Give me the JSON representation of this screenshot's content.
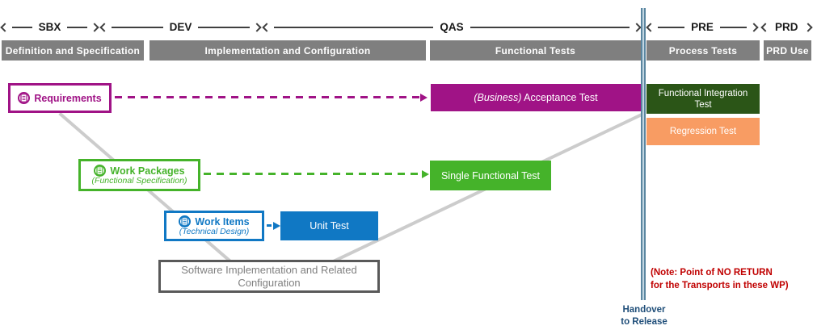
{
  "stages": [
    {
      "label": "SBX"
    },
    {
      "label": "DEV"
    },
    {
      "label": "QAS"
    },
    {
      "label": "PRE"
    },
    {
      "label": "PRD"
    }
  ],
  "phases": [
    {
      "label": "Definition and Specification"
    },
    {
      "label": "Implementation and Configuration"
    },
    {
      "label": "Functional Tests"
    },
    {
      "label": "Process Tests"
    },
    {
      "label": "PRD Use"
    }
  ],
  "boxes": {
    "requirements": {
      "label": "Requirements"
    },
    "work_packages": {
      "label": "Work Packages",
      "sublabel": "(Functional Specification)"
    },
    "work_items": {
      "label": "Work Items",
      "sublabel": "(Technical Design)"
    },
    "acceptance_test": {
      "prefix": "(Business)",
      "label": " Acceptance Test"
    },
    "single_functional_test": {
      "label": "Single Functional Test"
    },
    "unit_test": {
      "label": "Unit Test"
    },
    "functional_integration_test": {
      "label": "Functional Integration Test"
    },
    "regression_test": {
      "label": "Regression Test"
    },
    "software_implementation": {
      "label": "Software Implementation and Related Configuration"
    }
  },
  "notes": {
    "no_return_line1": "(Note: Point of NO RETURN",
    "no_return_line2": "for the Transports in these WP)",
    "handover_line1": "Handover",
    "handover_line2": "to Release"
  },
  "icons": {
    "document_icon": "document-icon",
    "arrow_left": "arrow-left-icon",
    "arrow_right": "arrow-right-icon"
  },
  "colors": {
    "purple": "#a01386",
    "green": "#45b32a",
    "blue": "#1078c4",
    "dark_green": "#2b5517",
    "orange": "#f89c63",
    "phase_bar_gray": "#7f7f7f",
    "diagonal_line_gray": "#cccccc",
    "note_red": "#c00000",
    "handover_blue": "#1f4e79",
    "divider_blue": "#5a86a0"
  }
}
